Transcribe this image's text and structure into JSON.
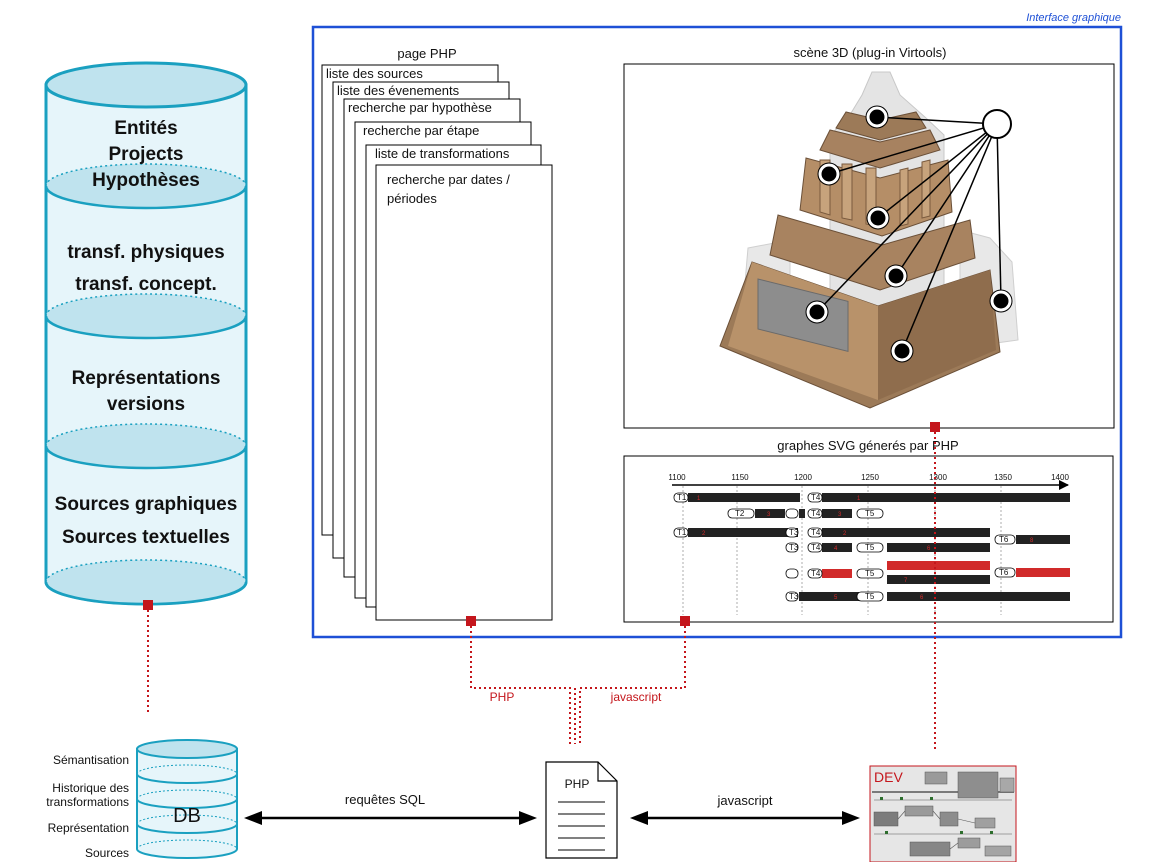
{
  "interface_label": "Interface graphique",
  "big_cylinder": {
    "layers": [
      [
        "Entités",
        "Projects",
        "Hypothèses"
      ],
      [
        "transf. physiques",
        "transf. concept."
      ],
      [
        "Représentations",
        "versions"
      ],
      [
        "Sources graphiques",
        "Sources textuelles"
      ]
    ]
  },
  "php_page": {
    "title": "page PHP",
    "sheets": [
      "liste des sources",
      "liste des évenements",
      "recherche par hypothèse",
      "recherche par étape",
      "liste de transformations",
      "recherche par dates /",
      "périodes"
    ]
  },
  "scene": {
    "title": "scène 3D (plug-in Virtools)"
  },
  "graph": {
    "title": "graphes SVG génerés par PHP",
    "ticks": [
      "1100",
      "1150",
      "1200",
      "1250",
      "1300",
      "1350",
      "1400"
    ],
    "nodes": [
      "T1",
      "T2",
      "T3",
      "T4",
      "T5",
      "T6"
    ],
    "bar_labels": [
      "1",
      "2",
      "3",
      "4",
      "5",
      "6",
      "7",
      "8"
    ]
  },
  "connectors": {
    "php": "PHP",
    "javascript": "javascript"
  },
  "db": {
    "label": "DB",
    "items": [
      "Sémantisation",
      "Historique des",
      "transformations",
      "Représentation",
      "Sources"
    ]
  },
  "php_file": {
    "label": "PHP"
  },
  "arrows": {
    "sql": "requêtes SQL",
    "js": "javascript"
  },
  "dev": {
    "label": "DEV"
  },
  "colors": {
    "cylinder_fill": "#d8f0f6",
    "cylinder_stroke": "#1aa0c0",
    "frame": "#1e50d6",
    "connector": "#c4161c"
  }
}
